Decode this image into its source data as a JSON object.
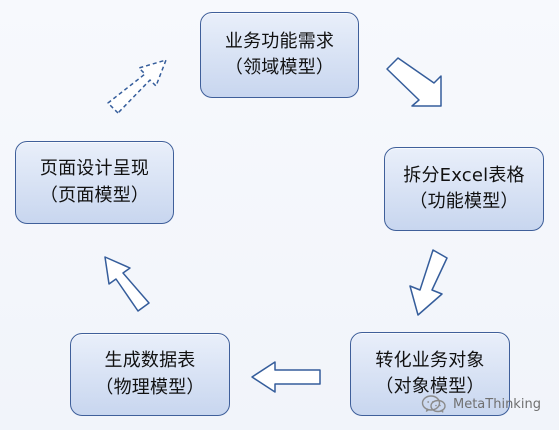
{
  "nodes": [
    {
      "line1": "业务功能需求",
      "line2": "（领域模型）"
    },
    {
      "line1": "拆分Excel表格",
      "line2": "（功能模型）"
    },
    {
      "line1": "转化业务对象",
      "line2": "（对象模型）"
    },
    {
      "line1": "生成数据表",
      "line2": "（物理模型）"
    },
    {
      "line1": "页面设计呈现",
      "line2": "（页面模型）"
    }
  ],
  "watermark": {
    "text": "MetaThinking"
  },
  "colors": {
    "background": "#f3f6fb",
    "node_fill_top": "#e9effa",
    "node_fill_bottom": "#c8d6ef",
    "node_border": "#3f5f9a",
    "arrow_stroke": "#355d9b",
    "arrow_fill": "#ffffff",
    "watermark_text": "#707070"
  },
  "icons": {
    "watermark_icon": "wechat-icon"
  }
}
